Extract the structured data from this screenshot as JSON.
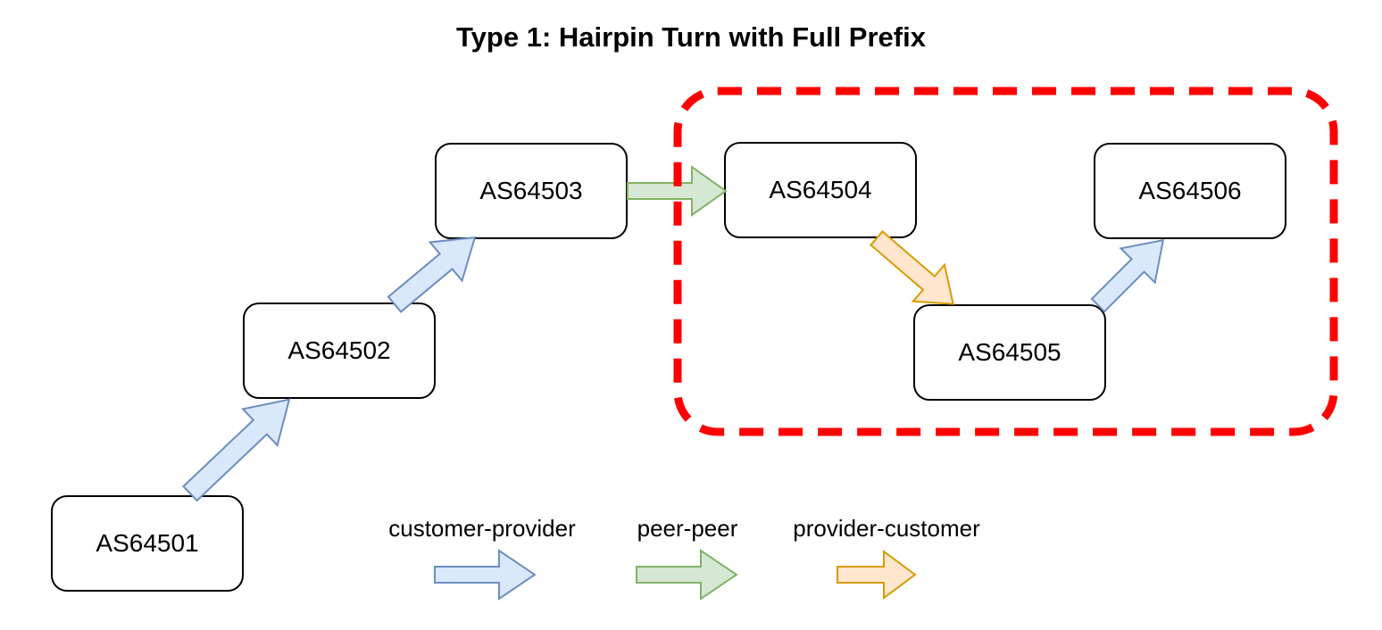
{
  "title": "Type 1: Hairpin Turn with Full Prefix",
  "nodes": [
    {
      "label": "AS64501"
    },
    {
      "label": "AS64502"
    },
    {
      "label": "AS64503"
    },
    {
      "label": "AS64504"
    },
    {
      "label": "AS64505"
    },
    {
      "label": "AS64506"
    }
  ],
  "edges": [
    {
      "from": "AS64501",
      "to": "AS64502",
      "relation": "customer-provider"
    },
    {
      "from": "AS64502",
      "to": "AS64503",
      "relation": "customer-provider"
    },
    {
      "from": "AS64503",
      "to": "AS64504",
      "relation": "peer-peer"
    },
    {
      "from": "AS64504",
      "to": "AS64505",
      "relation": "provider-customer"
    },
    {
      "from": "AS64505",
      "to": "AS64506",
      "relation": "customer-provider"
    }
  ],
  "highlight_region": {
    "shape": "dashed-rounded-rectangle",
    "color": "#ff0000",
    "contains": [
      "AS64504",
      "AS64505",
      "AS64506"
    ]
  },
  "legend": {
    "items": [
      {
        "label": "customer-provider",
        "fill": "#dae8fc",
        "stroke": "#6c8ebf"
      },
      {
        "label": "peer-peer",
        "fill": "#d5e8d4",
        "stroke": "#82b366"
      },
      {
        "label": "provider-customer",
        "fill": "#ffe6cc",
        "stroke": "#d79b00"
      }
    ]
  },
  "colors": {
    "customer_provider_fill": "#dae8fc",
    "customer_provider_stroke": "#6c8ebf",
    "peer_peer_fill": "#d5e8d4",
    "peer_peer_stroke": "#82b366",
    "provider_customer_fill": "#ffe6cc",
    "provider_customer_stroke": "#d79b00",
    "highlight_red": "#ff0000",
    "node_fill": "#ffffff",
    "node_border": "#000000",
    "text": "#000000"
  }
}
